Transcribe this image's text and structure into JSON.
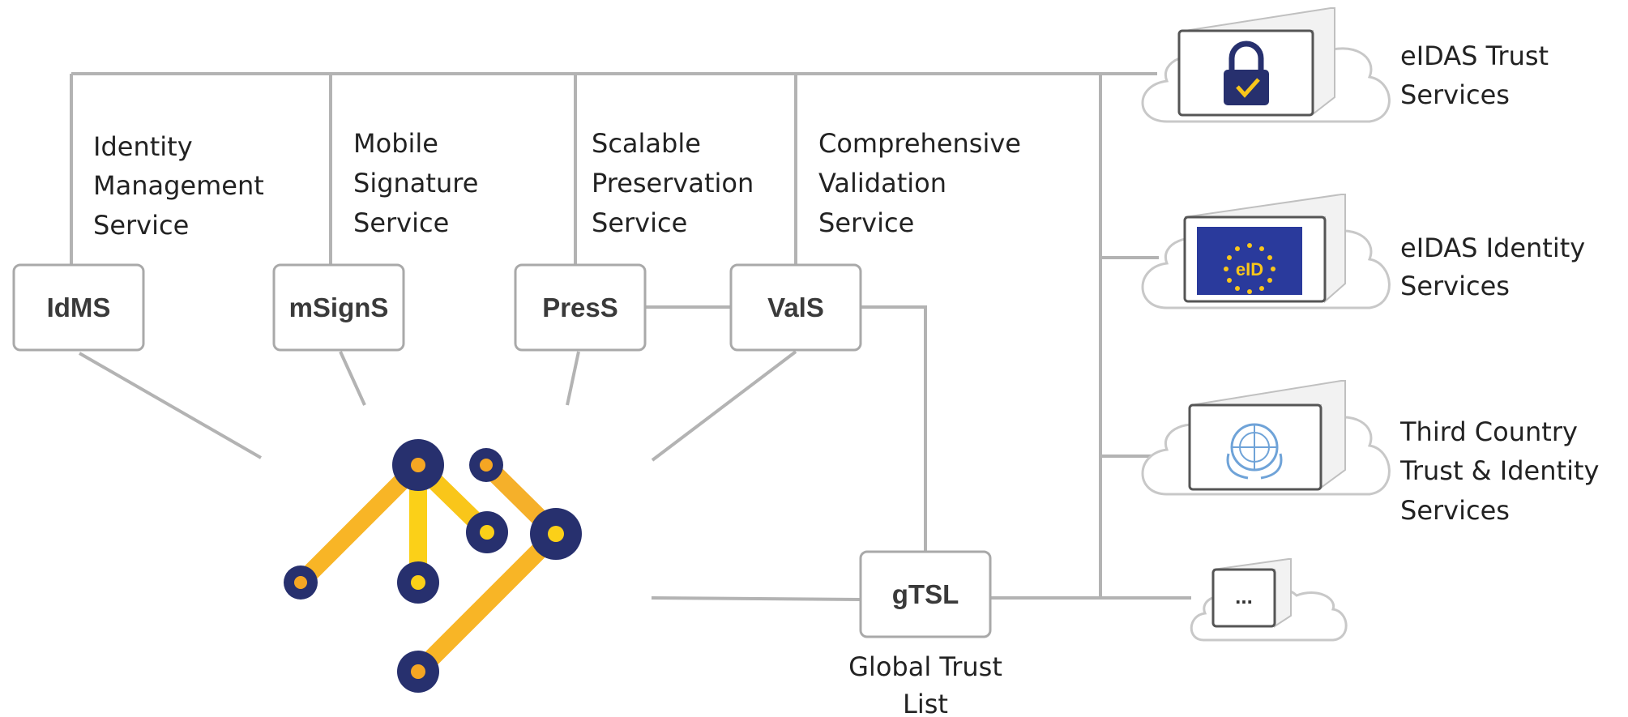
{
  "services": [
    {
      "abbr": "IdMS",
      "line1": "Identity",
      "line2": "Management",
      "line3": "Service"
    },
    {
      "abbr": "mSignS",
      "line1": "Mobile",
      "line2": "Signature",
      "line3": "Service"
    },
    {
      "abbr": "PresS",
      "line1": "Scalable",
      "line2": "Preservation",
      "line3": "Service"
    },
    {
      "abbr": "ValS",
      "line1": "Comprehensive",
      "line2": "Validation",
      "line3": "Service"
    }
  ],
  "gtsl": {
    "abbr": "gTSL",
    "line1": "Global Trust",
    "line2": "List"
  },
  "external": [
    {
      "line1": "eIDAS Trust",
      "line2": "Services",
      "line3": "",
      "icon": "padlock-icon"
    },
    {
      "line1": "eIDAS Identity",
      "line2": "Services",
      "line3": "",
      "icon": "eid-flag-icon",
      "badge": "eID"
    },
    {
      "line1": "Third Country",
      "line2": "Trust & Identity",
      "line3": "Services",
      "icon": "un-emblem-icon"
    },
    {
      "line1": "",
      "line2": "",
      "line3": "",
      "icon": "ellipsis-icon",
      "badge": "..."
    }
  ],
  "colors": {
    "navy": "#27306e",
    "yellow": "#f9c61a",
    "orange": "#f5a623",
    "line": "#b3b3b3",
    "eu_blue": "#2a3a9c"
  }
}
